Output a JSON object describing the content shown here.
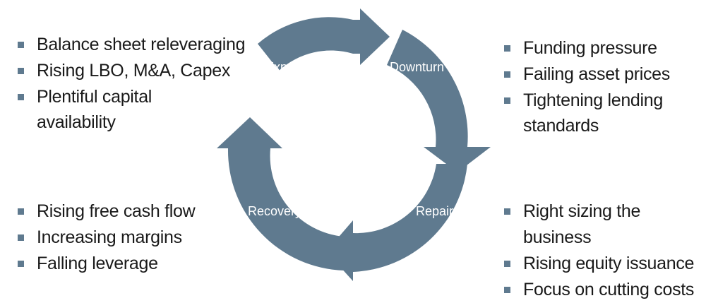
{
  "colors": {
    "cycle": "#5f7a8f",
    "bullet": "#5f7a8f",
    "text": "#1a1a1a",
    "label": "#ffffff"
  },
  "phases": {
    "expansion": "Expansion",
    "downturn": "Downturn",
    "repair": "Repair",
    "recovery": "Recovery"
  },
  "lists": {
    "expansion": [
      "Balance sheet releveraging",
      "Rising LBO, M&A, Capex",
      "Plentiful capital availability"
    ],
    "downturn": [
      "Funding pressure",
      "Failing asset prices",
      "Tightening lending standards"
    ],
    "recovery": [
      "Rising free cash flow",
      "Increasing margins",
      "Falling leverage"
    ],
    "repair": [
      "Right sizing the business",
      "Rising equity issuance",
      "Focus on cutting costs"
    ]
  }
}
